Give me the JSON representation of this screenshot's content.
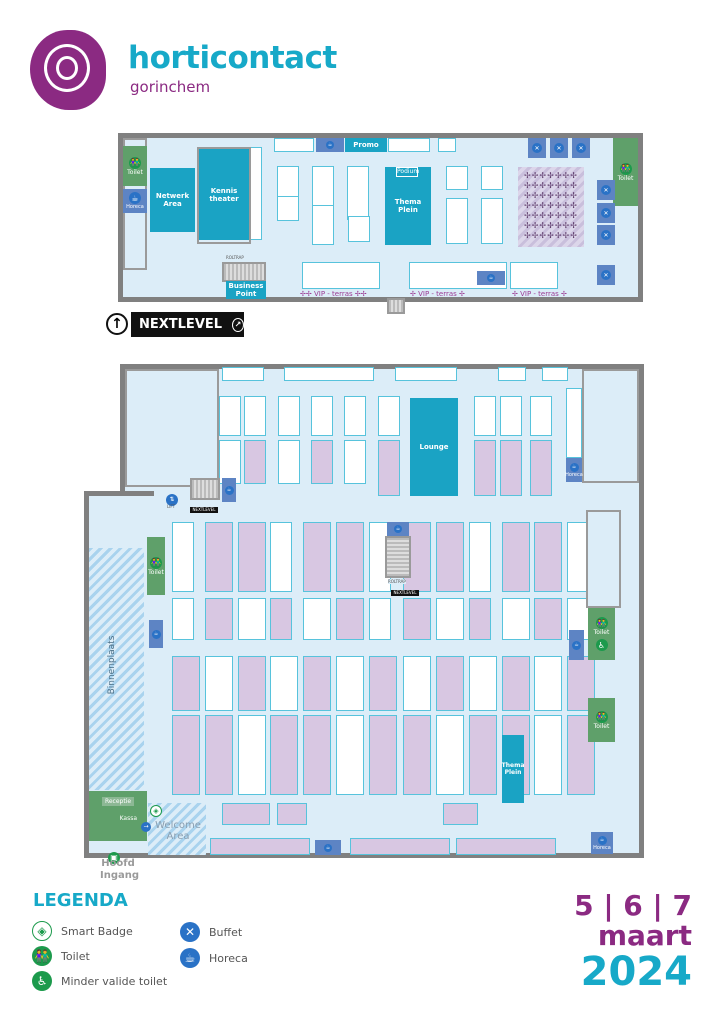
{
  "brand": {
    "name": "horticontact",
    "city": "gorinchem"
  },
  "upper_floor": {
    "network_area": "Netwerk Area",
    "kennis_theater": "Kennis theater",
    "promo": "Promo",
    "podium": "Podium",
    "thema_plein": "Thema Plein",
    "business_point": "Business Point",
    "vip_terras": "VIP - terras",
    "buffet": "Buffet",
    "toilet": "Toilet",
    "horeca": "Horeca",
    "roltrap": "ROLTRAP"
  },
  "nextlevel": {
    "label": "NEXTLEVEL"
  },
  "lower_floor": {
    "lounge": "Lounge",
    "horeca": "Horeca",
    "toilet": "Toilet",
    "binnenplaats": "Binnenplaats",
    "thema_plein": "Thema Plein",
    "welcome_area": "Welcome Area",
    "receptie": "Receptie",
    "kassa": "Kassa",
    "hoofd_ingang": "Hoofd Ingang",
    "lift": "LIFT",
    "roltrap": "ROLTRAP"
  },
  "legend": {
    "title": "LEGENDA",
    "items": [
      {
        "label": "Smart Badge",
        "icon": "smart-badge-icon"
      },
      {
        "label": "Toilet",
        "icon": "toilet-icon"
      },
      {
        "label": "Minder valide toilet",
        "icon": "wheelchair-icon"
      },
      {
        "label": "Buffet",
        "icon": "buffet-icon"
      },
      {
        "label": "Horeca",
        "icon": "horeca-icon"
      }
    ]
  },
  "event_date": {
    "days": "5 | 6 | 7",
    "month": "maart",
    "year": "2024"
  },
  "colors": {
    "brand_purple": "#8b2a82",
    "brand_cyan": "#17a9c8",
    "booth_lilac": "#d8c7e2",
    "floor": "#dcedf8",
    "wall": "#808080"
  }
}
